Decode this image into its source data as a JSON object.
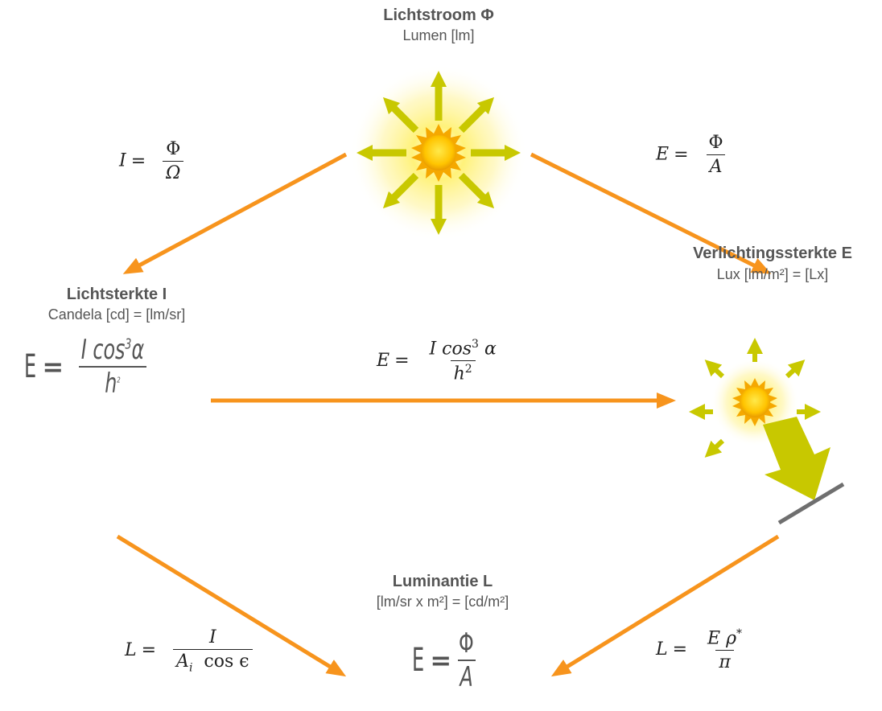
{
  "nodes": {
    "flux": {
      "title": "Lichtstroom Φ",
      "unit": "Lumen [lm]"
    },
    "intensity": {
      "title": "Lichtsterkte I",
      "unit": "Candela [cd] = [lm/sr]"
    },
    "illuminance": {
      "title": "Verlichtingssterkte E",
      "unit": "Lux [lm/m²] = [Lx]"
    },
    "luminance": {
      "title": "Luminantie L",
      "unit": "[lm/sr x m²] = [cd/m²]"
    }
  },
  "formulas": {
    "intensity": {
      "lhs": "I",
      "eq": "=",
      "num": "Φ",
      "den": "Ω"
    },
    "illuminance": {
      "lhs": "E",
      "eq": "=",
      "num": "Φ",
      "den": "A"
    },
    "middle": {
      "lhs": "E",
      "eq": "=",
      "num_main": "I  cos",
      "num_exp": "3",
      "num_tail": "α",
      "den_main": "h",
      "den_exp": "2"
    },
    "lum_left": {
      "lhs": "L",
      "eq": "=",
      "num": "I",
      "den_main": "A",
      "den_sub": "i",
      "den_tail": "cos ϵ"
    },
    "lum_right": {
      "lhs": "L",
      "eq": "=",
      "num_main": "E ρ",
      "num_sup": "*",
      "den": "π"
    },
    "cond_left": {
      "lhs": "E",
      "eq": "=",
      "num_main": "I cos",
      "num_exp": "3",
      "num_tail": "α",
      "den_main": "h",
      "den_exp": "2"
    },
    "cond_bottom": {
      "lhs": "E",
      "eq": "=",
      "num": "Φ",
      "den": "A"
    }
  },
  "colors": {
    "arrow": "#f7941d",
    "sun_core": "#ffd200",
    "sun_rays": "#c8c800",
    "text": "#555555"
  },
  "icons": [
    "sun-icon",
    "sun-reflection-icon"
  ]
}
